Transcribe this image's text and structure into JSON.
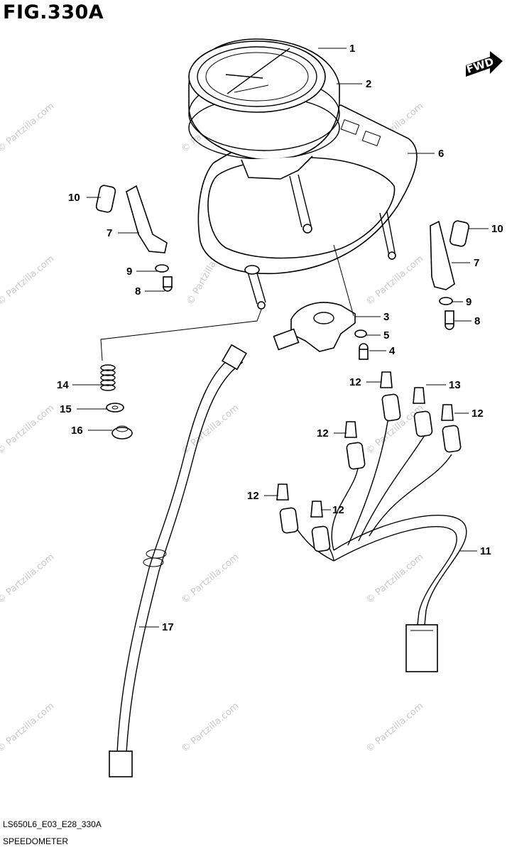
{
  "figure": {
    "title": "FIG.330A",
    "code": "LS650L6_E03_E28_330A",
    "name": "SPEEDOMETER",
    "direction_label": "FWD"
  },
  "watermark": "© Partzilla.com",
  "callouts": [
    {
      "id": "c1",
      "label": "1"
    },
    {
      "id": "c2",
      "label": "2"
    },
    {
      "id": "c3",
      "label": "3"
    },
    {
      "id": "c4",
      "label": "4"
    },
    {
      "id": "c5",
      "label": "5"
    },
    {
      "id": "c6",
      "label": "6"
    },
    {
      "id": "c7a",
      "label": "7"
    },
    {
      "id": "c7b",
      "label": "7"
    },
    {
      "id": "c8a",
      "label": "8"
    },
    {
      "id": "c8b",
      "label": "8"
    },
    {
      "id": "c9a",
      "label": "9"
    },
    {
      "id": "c9b",
      "label": "9"
    },
    {
      "id": "c10a",
      "label": "10"
    },
    {
      "id": "c10b",
      "label": "10"
    },
    {
      "id": "c11",
      "label": "11"
    },
    {
      "id": "c12a",
      "label": "12"
    },
    {
      "id": "c12b",
      "label": "12"
    },
    {
      "id": "c12c",
      "label": "12"
    },
    {
      "id": "c12d",
      "label": "12"
    },
    {
      "id": "c12e",
      "label": "12"
    },
    {
      "id": "c13",
      "label": "13"
    },
    {
      "id": "c14",
      "label": "14"
    },
    {
      "id": "c15",
      "label": "15"
    },
    {
      "id": "c16",
      "label": "16"
    },
    {
      "id": "c17",
      "label": "17"
    }
  ]
}
